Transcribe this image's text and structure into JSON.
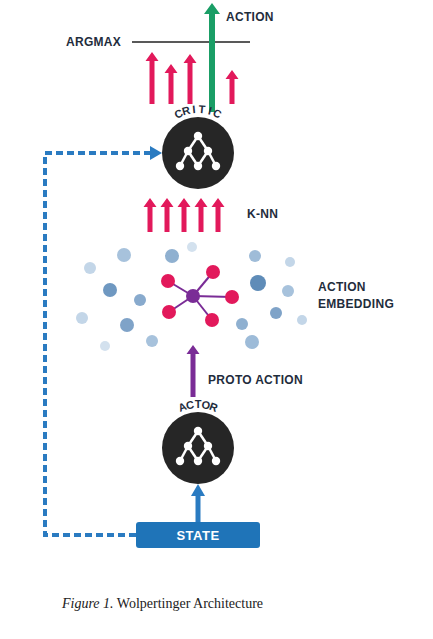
{
  "diagram": {
    "caption": "Figure 1. Wolpertinger Architecture",
    "nodes": [
      {
        "text": [
          "CRITIC"
        ]
      },
      {
        "text": [
          "ACTOR"
        ]
      },
      {
        "text": [
          "STATE"
        ]
      }
    ],
    "edges": [
      {
        "from": 2,
        "to": 1,
        "arrow": "to"
      },
      {
        "from": 2,
        "to": 0,
        "arrow": "to"
      }
    ],
    "labels": [
      "ACTION",
      "ARGMAX",
      "K-NN",
      "ACTION EMBEDDING",
      "PROTO ACTION"
    ]
  }
}
